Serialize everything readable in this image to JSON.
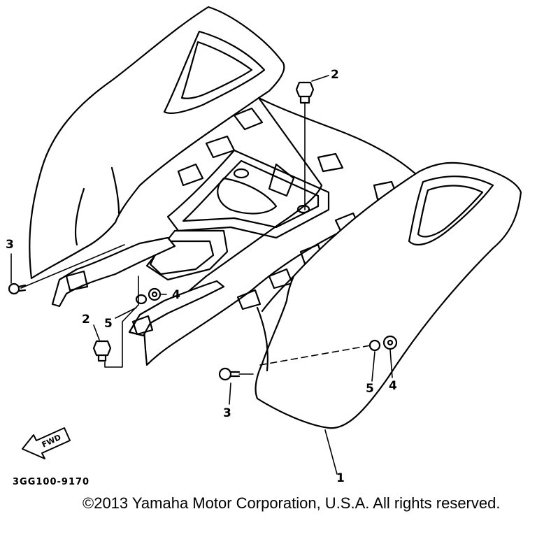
{
  "diagram": {
    "callouts": [
      {
        "id": "2",
        "label": "2"
      },
      {
        "id": "3",
        "label": "3"
      },
      {
        "id": "5",
        "label": "5"
      },
      {
        "id": "4",
        "label": "4"
      },
      {
        "id": "2",
        "label": "2"
      },
      {
        "id": "3",
        "label": "3"
      },
      {
        "id": "5",
        "label": "5"
      },
      {
        "id": "4",
        "label": "4"
      },
      {
        "id": "1",
        "label": "1"
      }
    ],
    "fwd_label": "FWD",
    "diagram_code": "3GG100-9170",
    "copyright": "©2013 Yamaha Motor Corporation, U.S.A. All rights reserved."
  }
}
